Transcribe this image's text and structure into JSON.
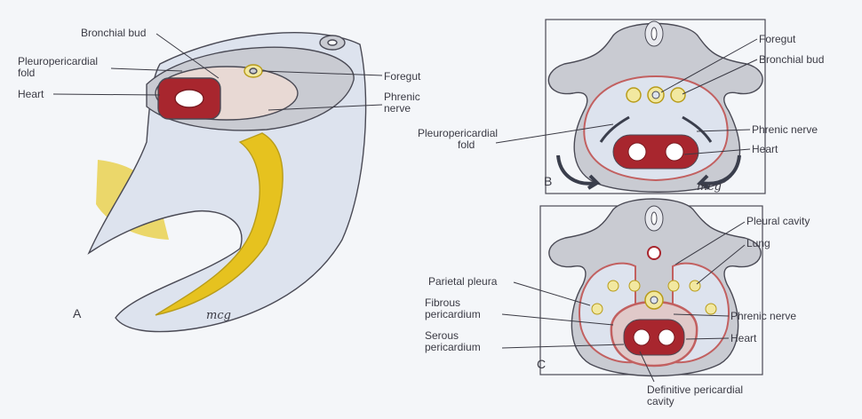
{
  "figure": {
    "panel_a": {
      "letter": "A",
      "labels": {
        "bronchial_bud": "Bronchial bud",
        "pleuropericardial_fold_1": "Pleuropericardial",
        "pleuropericardial_fold_2": "fold",
        "heart": "Heart",
        "foregut": "Foregut",
        "phrenic_nerve_1": "Phrenic",
        "phrenic_nerve_2": "nerve"
      },
      "signature": "mcg"
    },
    "panel_b": {
      "letter": "B",
      "labels": {
        "foregut": "Foregut",
        "bronchial_bud": "Bronchial bud",
        "phrenic_nerve": "Phrenic nerve",
        "heart": "Heart",
        "pleuropericardial_fold_1": "Pleuropericardial",
        "pleuropericardial_fold_2": "fold"
      },
      "signature": "mcg"
    },
    "panel_c": {
      "letter": "C",
      "labels": {
        "pleural_cavity": "Pleural cavity",
        "lung": "Lung",
        "parietal_pleura": "Parietal pleura",
        "fibrous_pericardium_1": "Fibrous",
        "fibrous_pericardium_2": "pericardium",
        "serous_pericardium_1": "Serous",
        "serous_pericardium_2": "pericardium",
        "phrenic_nerve": "Phrenic nerve",
        "heart": "Heart",
        "definitive_pericardial_cavity_1": "Definitive pericardial",
        "definitive_pericardial_cavity_2": "cavity"
      }
    }
  },
  "colors": {
    "tissue": "#c9cbd2",
    "body_fill": "#dde3ee",
    "outline": "#4a4a55",
    "heart": "#a8262e",
    "membrane": "#c26060",
    "yellow": "#e6c21f",
    "arrow": "#3a3e4c"
  }
}
